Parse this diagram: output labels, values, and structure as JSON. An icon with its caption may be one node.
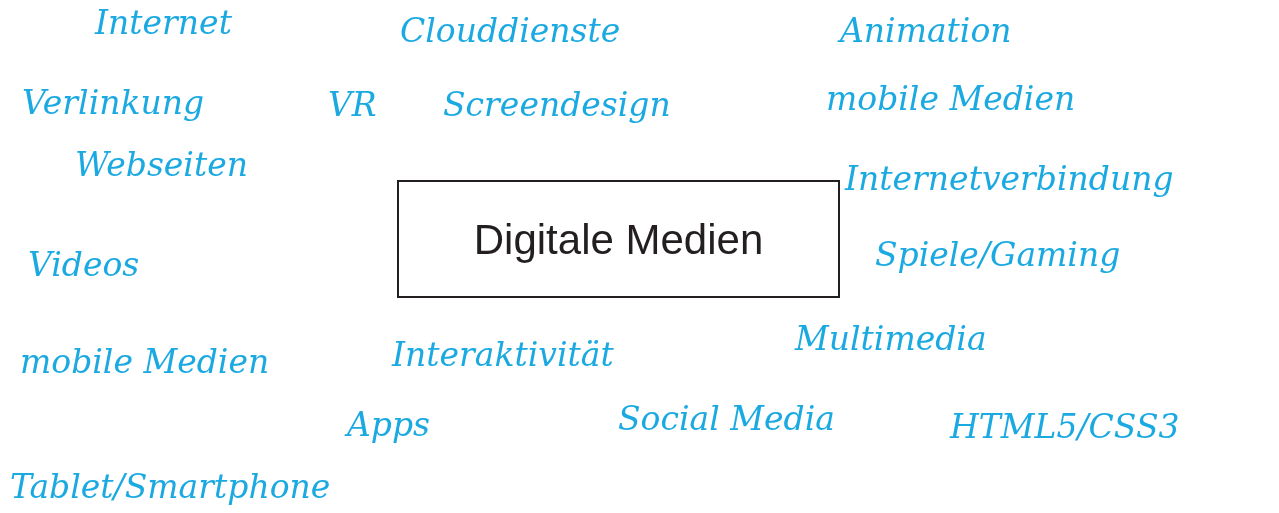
{
  "diagram": {
    "nodes": [
      {
        "text": [
          "Digitale Medien"
        ]
      }
    ],
    "labels": [
      "Internet",
      "Clouddienste",
      "Animation",
      "Verlinkung",
      "VR",
      "Screendesign",
      "mobile Medien",
      "Webseiten",
      "Internetverbindung",
      "Videos",
      "Spiele/Gaming",
      "Multimedia",
      "mobile Medien",
      "Interaktivität",
      "Apps",
      "Social Media",
      "HTML5/CSS3",
      "Tablet/Smartphone"
    ]
  }
}
